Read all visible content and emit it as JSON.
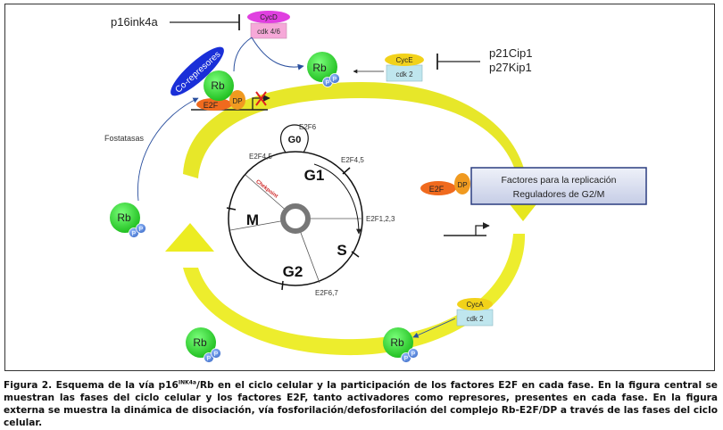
{
  "inhibitors": {
    "p16": "p16ink4a",
    "p21": "p21Cip1",
    "p27": "p27Kip1"
  },
  "cyclins": {
    "cycd": "CycD",
    "cdk46": "cdk 4/6",
    "cyce": "CycE",
    "cdk2_e": "cdk 2",
    "cyca": "CycA",
    "cdk2_a": "cdk 2"
  },
  "complex": {
    "rb": "Rb",
    "e2f": "E2F",
    "dp": "DP",
    "corepressor": "Co-represores"
  },
  "phosphate": "P",
  "phosphatases": "Fostatasas",
  "targets": {
    "line1": "Factores para la replicación",
    "line2": "Reguladores de G2/M"
  },
  "cycle": {
    "g0": "G0",
    "g1": "G1",
    "s": "S",
    "g2": "G2",
    "m": "M",
    "restriction": "Chekpoint",
    "e2f6_top": "E2F6",
    "e2f45_left": "E2F4,5",
    "e2f45_right": "E2F4,5",
    "e2f123": "E2F1,2,3",
    "e2f67": "E2F6,7"
  },
  "caption": {
    "before_sup": "Figura 2. Esquema de la vía p16",
    "sup": "INK4a",
    "after_sup": "/Rb en el ciclo celular y la participación de los factores E2F en cada fase. En la figura central se muestran las fases del ciclo celular y los factores E2F, tanto activadores como represores, presentes en cada fase. En la figura externa se muestra la dinámica de disociación, vía fosforilación/defosforilación del complejo Rb-E2F/DP a través de las fases del ciclo celular."
  },
  "colors": {
    "rb_green": "#33dd33",
    "cycd_magenta": "#e040e0",
    "cdk46_pink": "#f6a8d8",
    "cyc_yellow": "#f2d21a",
    "cdk2_cyan": "#bfe6ee",
    "e2f_orange": "#f06a1e",
    "dp_orange": "#f09a20",
    "corepressor_blue": "#1a2fd8",
    "phosphate_blue": "#5a8ad8",
    "cycle_arrow": "#ecec22",
    "target_box": "#d6dcee"
  }
}
